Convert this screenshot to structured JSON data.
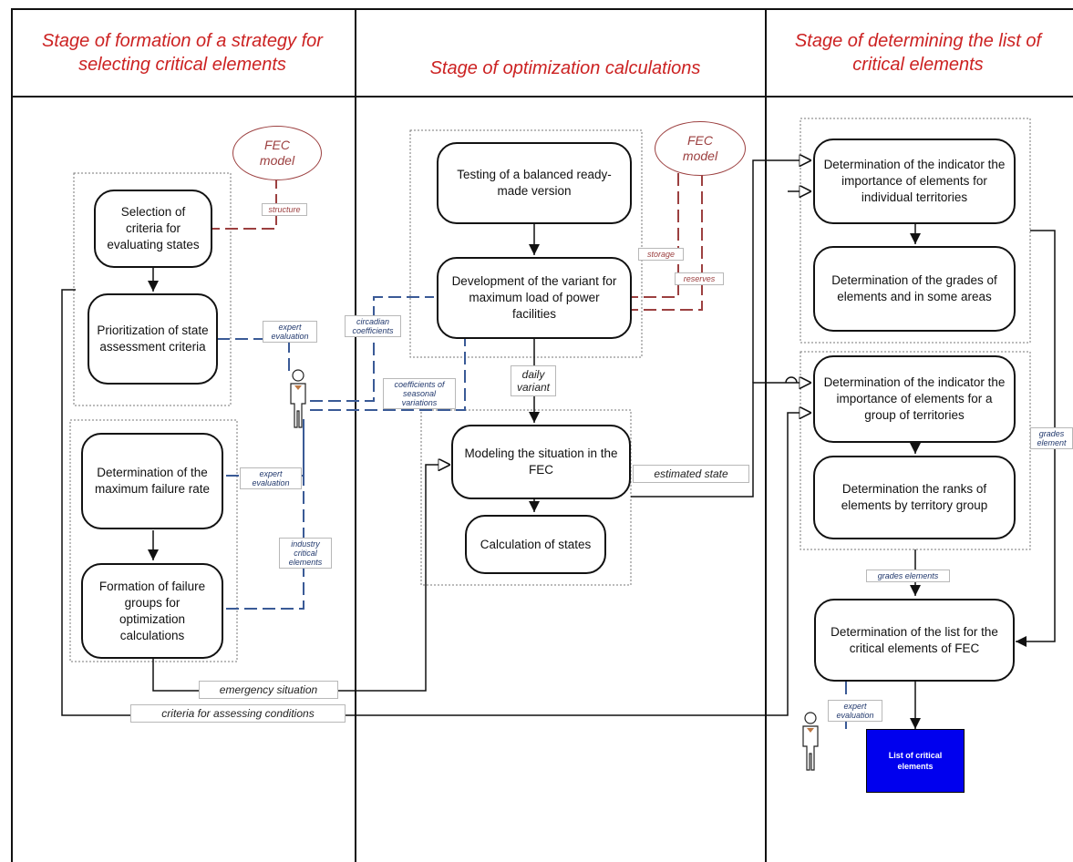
{
  "lanes": {
    "strategy": "Stage of formation of a strategy for selecting critical elements",
    "optimization": "Stage of optimization calculations",
    "determining": "Stage of determining the list of critical elements"
  },
  "processes": {
    "selection_criteria": "Selection of criteria for evaluating states",
    "prioritization": "Prioritization of state assessment criteria",
    "max_failure_rate": "Determination of the maximum failure rate",
    "failure_groups": "Formation of failure groups for optimization calculations",
    "testing_version": "Testing of a balanced ready-made version",
    "development_variant": "Development of the variant for maximum load of power facilities",
    "modeling": "Modeling the situation in the FEC",
    "calculation": "Calculation of states",
    "indicator_individual": "Determination of the indicator the importance of elements for individual territories",
    "grades_areas": "Determination of the grades of elements and in some areas",
    "indicator_group": "Determination of the indicator the importance of elements for a group of territories",
    "ranks_group": "Determination the ranks of elements by territory group",
    "list_fec": "Determination of the list for the critical elements of FEC"
  },
  "models": {
    "fec_model_1": "FEC model",
    "fec_model_2": "FEC model"
  },
  "labels": {
    "structure": "structure",
    "expert_evaluation_1": "expert evaluation",
    "circadian_coefficients": "circadian coefficients",
    "coefficients_seasonal": "coefficients of seasonal variations",
    "expert_evaluation_2": "expert evaluation",
    "industry_critical": "industry critical elements",
    "storage": "storage",
    "reserves": "reserves",
    "daily_variant": "daily variant",
    "estimated_state": "estimated state",
    "emergency_situation": "emergency situation",
    "criteria_assessing": "criteria for assessing conditions",
    "grades_elements_1": "grades elements",
    "grades_elements_2": "grades element",
    "expert_evaluation_3": "expert evaluation"
  },
  "result": "List of critical elements",
  "colors": {
    "title_red": "#cc2222",
    "model_brown": "#9c4040",
    "dash_blue": "#3a5a96",
    "result_blue": "#0000ee"
  },
  "icons": [
    "person-icon",
    "arrowhead-icon"
  ]
}
